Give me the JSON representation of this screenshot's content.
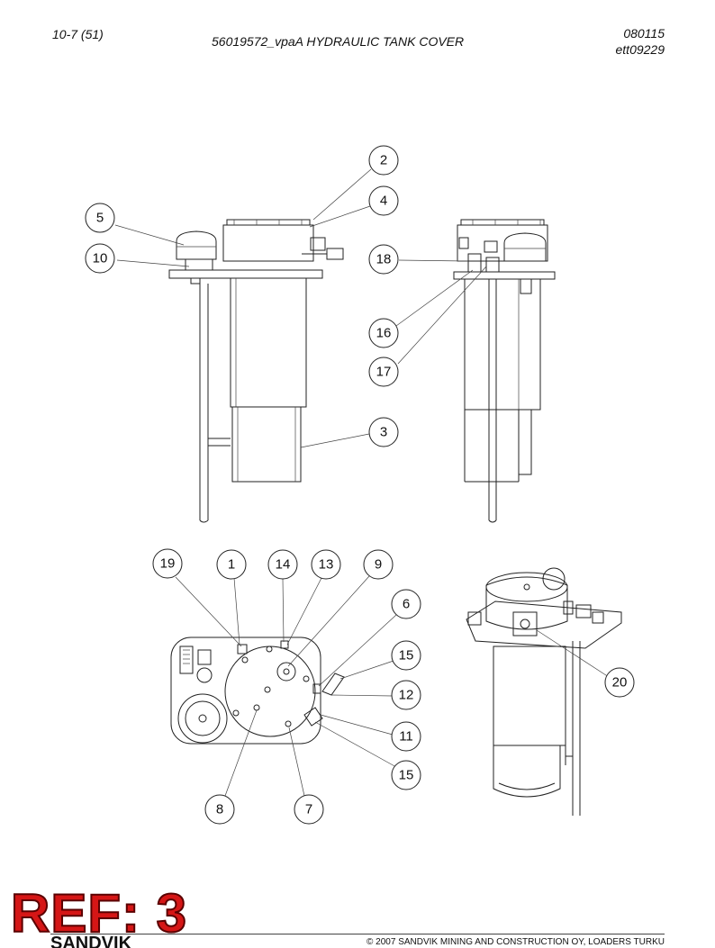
{
  "header": {
    "page_ref": "10-7 (51)",
    "title": "56019572_vpaA HYDRAULIC TANK COVER",
    "date": "080115",
    "doc_id": "ett09229"
  },
  "callouts": {
    "c2": "2",
    "c4": "4",
    "c5": "5",
    "c10": "10",
    "c18": "18",
    "c16": "16",
    "c17": "17",
    "c3": "3",
    "c19": "19",
    "c1": "1",
    "c14": "14",
    "c13": "13",
    "c9": "9",
    "c6": "6",
    "c15a": "15",
    "c12": "12",
    "c11": "11",
    "c15b": "15",
    "c8": "8",
    "c7": "7",
    "c20": "20"
  },
  "stamp": {
    "text": "REF: 3",
    "color": "#d51616"
  },
  "footer": {
    "brand": "SANDVIK",
    "copyright": "© 2007 SANDVIK MINING AND CONSTRUCTION OY, LOADERS TURKU"
  }
}
